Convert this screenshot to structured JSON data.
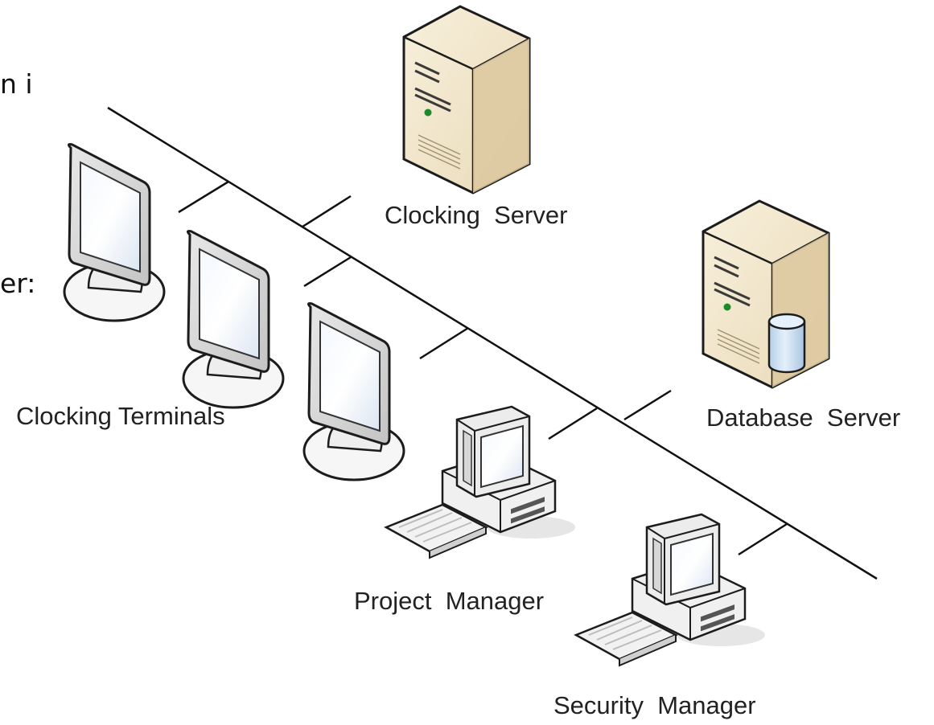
{
  "page": {
    "background": "#ffffff"
  },
  "cropped_text": {
    "line1": "n i",
    "line2": "er:"
  },
  "network": {
    "line_color": "#111111"
  },
  "nodes": {
    "clocking_server": {
      "label": "Clocking  Server",
      "icon": "server-tower-icon"
    },
    "database_server": {
      "label": "Database  Server",
      "icon": "database-server-icon"
    },
    "clocking_terminals": {
      "label": "Clocking Terminals",
      "icon": "flat-monitor-icon"
    },
    "project_manager": {
      "label": "Project  Manager",
      "icon": "desktop-computer-icon"
    },
    "security_manager": {
      "label": "Security  Manager",
      "icon": "desktop-computer-icon"
    }
  },
  "colors": {
    "server_case": "#efe3c6",
    "server_side": "#d7c49e",
    "monitor_frame": "#cfcfcf",
    "screen": "#e6edf6",
    "database_cylinder": "#c9ddf1",
    "power_led": "#1a8a2a"
  }
}
